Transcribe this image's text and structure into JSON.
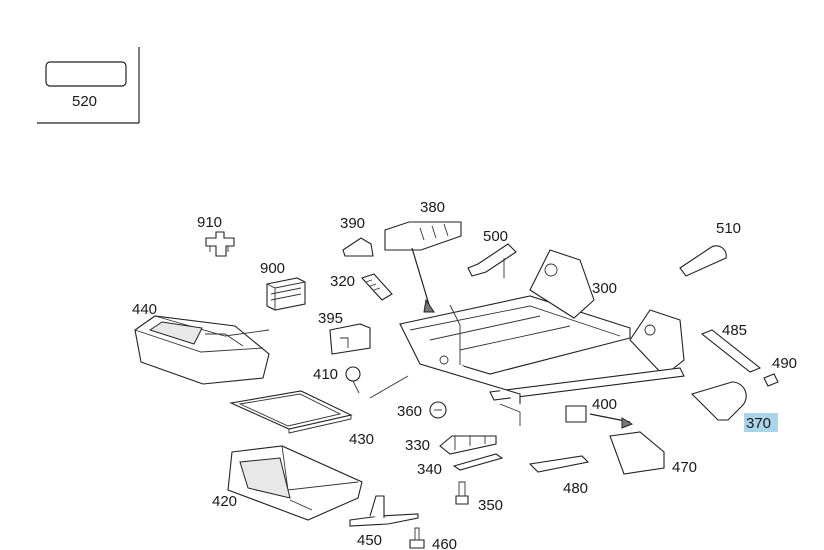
{
  "legend": {
    "label": "520"
  },
  "labels": {
    "p300": "300",
    "p320": "320",
    "p330": "330",
    "p340": "340",
    "p350": "350",
    "p360": "360",
    "p370": "370",
    "p380": "380",
    "p390": "390",
    "p395": "395",
    "p400": "400",
    "p410": "410",
    "p420": "420",
    "p430": "430",
    "p440": "440",
    "p450": "450",
    "p460": "460",
    "p470": "470",
    "p480": "480",
    "p485": "485",
    "p490": "490",
    "p500": "500",
    "p510": "510",
    "p900": "900",
    "p910": "910"
  },
  "highlight": {
    "part": "370",
    "color": "#a9d4ea"
  }
}
